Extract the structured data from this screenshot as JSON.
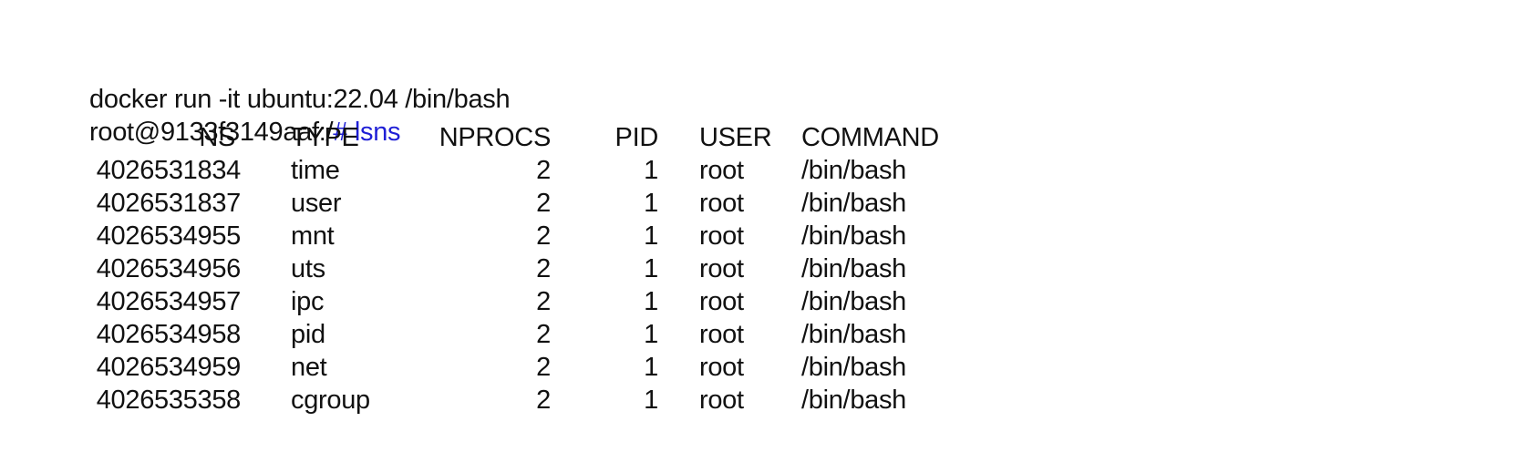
{
  "terminal": {
    "run_command": "docker run -it ubuntu:22.04 /bin/bash",
    "prompt": "root@9133f3149aaf:/",
    "typed_command": "# lsns",
    "columns": [
      "NS",
      "TYPE",
      "NPROCS",
      "PID",
      "USER",
      "COMMAND"
    ],
    "rows": [
      [
        "4026531834",
        "time",
        "2",
        "1",
        "root",
        "/bin/bash"
      ],
      [
        "4026531837",
        "user",
        "2",
        "1",
        "root",
        "/bin/bash"
      ],
      [
        "4026534955",
        "mnt",
        "2",
        "1",
        "root",
        "/bin/bash"
      ],
      [
        "4026534956",
        "uts",
        "2",
        "1",
        "root",
        "/bin/bash"
      ],
      [
        "4026534957",
        "ipc",
        "2",
        "1",
        "root",
        "/bin/bash"
      ],
      [
        "4026534958",
        "pid",
        "2",
        "1",
        "root",
        "/bin/bash"
      ],
      [
        "4026534959",
        "net",
        "2",
        "1",
        "root",
        "/bin/bash"
      ],
      [
        "4026535358",
        "cgroup",
        "2",
        "1",
        "root",
        "/bin/bash"
      ]
    ],
    "colors": {
      "text": "#111111",
      "command_highlight": "#1f1fd6",
      "background": "#ffffff"
    }
  }
}
